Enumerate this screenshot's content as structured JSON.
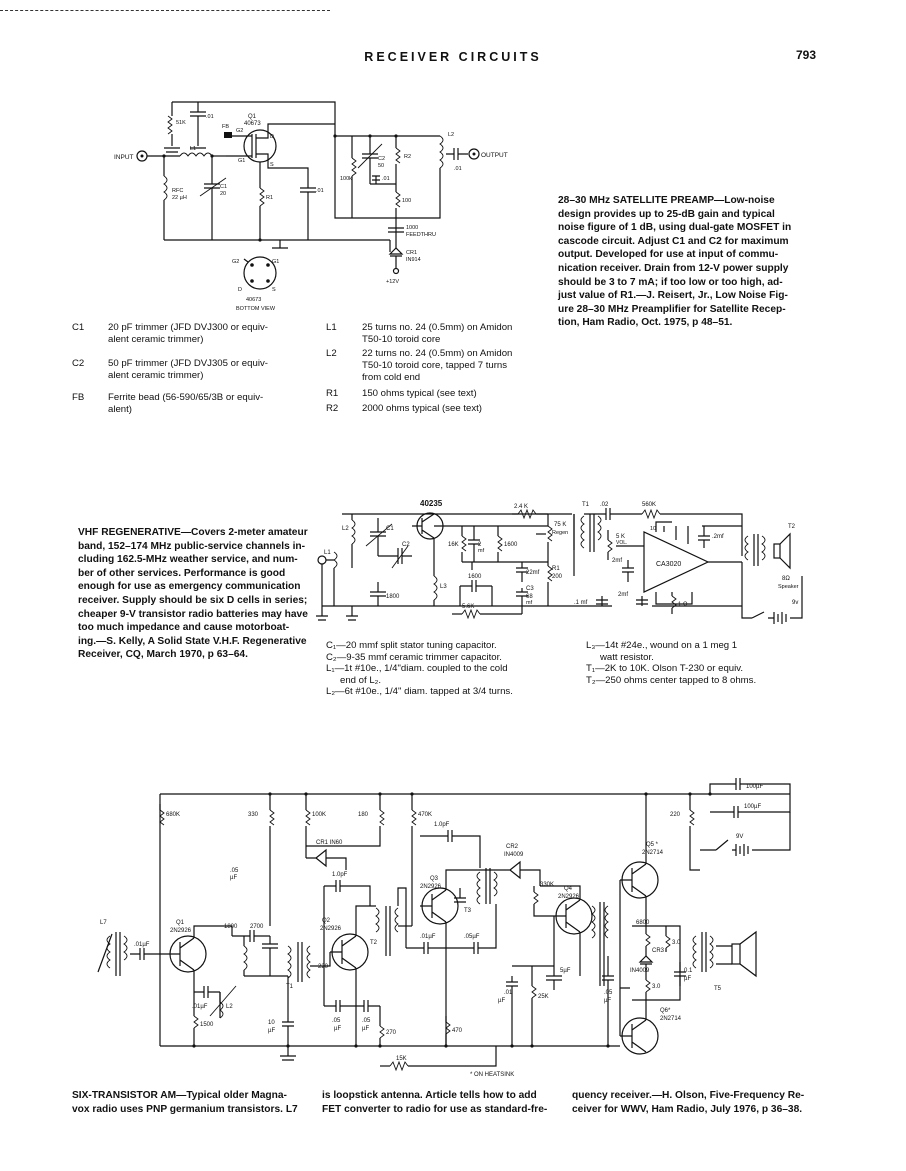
{
  "page": {
    "running_head": "RECEIVER CIRCUITS",
    "number": "793"
  },
  "satellite": {
    "caption_title": "28–30 MHz SATELLITE PREAMP",
    "caption_lines": [
      "28–30 MHz SATELLITE PREAMP—Low-noise",
      "design provides up to 25-dB gain and typical",
      "noise figure of 1 dB, using dual-gate MOSFET in",
      "cascode circuit. Adjust C1 and C2 for maximum",
      "output. Developed for use at input of commu-",
      "nication receiver. Drain from 12-V power supply",
      "should be 3 to 7 mA; if too low or too high, ad-",
      "just value of R1.—J. Reisert, Jr., Low Noise Fig-",
      "ure 28–30 MHz Preamplifier for Satellite Recep-",
      "tion, Ham Radio, Oct. 1975, p 48–51."
    ],
    "labels": {
      "input": "INPUT",
      "output": "OUTPUT",
      "q1": "Q1",
      "q1_type": "40673",
      "r_51k": "51K",
      "c_01a": ".01",
      "fb": "FB",
      "l1": "L1",
      "rfc": "RFC",
      "rfc_val": "22 µH",
      "c1": "C1",
      "c1_val": "20",
      "r1": "R1",
      "c_01b": ".01",
      "r_100k": "100k",
      "c2": "C2",
      "c2_val": "50",
      "c_01c": ".01",
      "r2": "R2",
      "l2": "L2",
      "c_01d": ".01",
      "r_100": "100",
      "feedthru": "1000",
      "feedthru2": "FEEDTHRU",
      "cr1": "CR1",
      "cr1_type": "IN914",
      "supply": "+12V",
      "g1": "G1",
      "g2": "G2",
      "d": "D",
      "s": "S",
      "pin_g1": "G1",
      "pin_g2": "G2",
      "pin_d": "D",
      "pin_s": "S",
      "bottom_type": "40673",
      "bottom_view": "BOTTOM VIEW"
    },
    "parts_left": [
      {
        "ref": "C1",
        "lines": [
          "20 pF trimmer (JFD DVJ300 or equiv-",
          "alent ceramic trimmer)"
        ]
      },
      {
        "ref": "C2",
        "lines": [
          "50 pF trimmer (JFD DVJ305 or equiv-",
          "alent ceramic trimmer)"
        ]
      },
      {
        "ref": "FB",
        "lines": [
          "Ferrite bead (56-590/65/3B or equiv-",
          "alent)"
        ]
      }
    ],
    "parts_right": [
      {
        "ref": "L1",
        "lines": [
          "25 turns no. 24 (0.5mm) on Amidon",
          "T50-10 toroid core"
        ]
      },
      {
        "ref": "L2",
        "lines": [
          "22 turns no. 24 (0.5mm) on Amidon",
          "T50-10 toroid core, tapped 7 turns",
          "from cold end"
        ]
      },
      {
        "ref": "R1",
        "lines": [
          "150 ohms typical (see text)"
        ]
      },
      {
        "ref": "R2",
        "lines": [
          "2000 ohms typical (see text)"
        ]
      }
    ]
  },
  "vhf": {
    "caption_lines": [
      "VHF REGENERATIVE—Covers 2-meter amateur",
      "band, 152–174 MHz public-service channels in-",
      "cluding 162.5-MHz weather service, and num-",
      "ber of other services. Performance is good",
      "enough for use as emergency communication",
      "receiver. Supply should be six D cells in series;",
      "cheaper 9-V transistor radio batteries may have",
      "too much impedance and cause motorboat-",
      "ing.—S. Kelly, A Solid State V.H.F. Regenerative",
      "Receiver, CQ, March 1970, p 63–64."
    ],
    "labels": {
      "transistor": "40235",
      "l2": "L2",
      "c1": "C1",
      "l1": "L1",
      "c2": "C2",
      "r16k": "16K",
      "c2mf": "2",
      "c2mf_u": "mf",
      "r1600a": "1600",
      "r24k": "2.4 K",
      "r75k": "75 K",
      "regen": "Regen",
      "c22": "22mf",
      "r1": "R1",
      "r200": "200",
      "r1600b": "1600",
      "l3": "L3",
      "c1800": "1800",
      "r56k": "5.6K",
      "c3": "C3",
      "c68": "68",
      "c68u": "mf",
      "t1": "T1",
      "c02": ".02",
      "r560k": "560K",
      "vol": "5 K",
      "vol2": "VOL.",
      "r10": "10",
      "c2mf2": "2mf",
      "ic": "CA3020",
      "c2mf3": ".2mf",
      "c1mf": ".1 mf",
      "c2mf4": "2mf",
      "r1ohm": "1 Ω",
      "t2": "T2",
      "spk": "8Ω",
      "spk2": "Speaker",
      "batt": "9v"
    },
    "legend_left": [
      "C₁—20 mmf split stator tuning capacitor.",
      "C₂—9-35 mmf ceramic trimmer capacitor.",
      "L₁—1t #10e., 1/4\"diam. coupled to the cold",
      "end of L₂.",
      "L₂—6t #10e., 1/4\" diam. tapped at 3/4 turns."
    ],
    "legend_right": [
      "L₃—14t #24e., wound on a 1 meg 1",
      "watt resistor.",
      "T₁—2K to 10K. Olson T-230 or equiv.",
      "T₂—250 ohms center tapped to 8 ohms."
    ]
  },
  "am": {
    "caption_cols": [
      [
        "SIX-TRANSISTOR AM—Typical older Magna-",
        "vox radio uses PNP germanium transistors. L7"
      ],
      [
        "is loopstick antenna. Article tells how to add",
        "FET converter to radio for use as standard-fre-"
      ],
      [
        "quency receiver.—H. Olson, Five-Frequency Re-",
        "ceiver for WWV, Ham Radio, July 1976, p 36–38."
      ]
    ],
    "labels": {
      "r680k": "680K",
      "r330": "330",
      "r100k": "100K",
      "r180": "180",
      "r470k": "470K",
      "c100a": "100µF",
      "c100b": "100µF",
      "r220a": "220",
      "v9": "9V",
      "q5": "Q5 *",
      "q5t": "2N2714",
      "c05a": ".05",
      "c05au": "µF",
      "cr1": "CR1  IN60",
      "c10a": "1.0pF",
      "c10b": "1.0pF",
      "cr2": "CR2",
      "cr2t": "IN4009",
      "r330k": "330K",
      "q4": "Q4",
      "q4t": "2N2926",
      "q3": "Q3",
      "q3t": "2N2926",
      "t3": "T3",
      "q2": "Q2",
      "q2t": "2N2926",
      "t2": "T2",
      "l7": "L7",
      "q1": "Q1",
      "q1t": "2N2926",
      "c01a": ".01µF",
      "r1800": "1800",
      "r2700": "2700",
      "t1": "T1",
      "r220b": "220",
      "c01b": ".01µF",
      "l2": "L2",
      "c01c": ".01µF",
      "c05b": ".05µF",
      "c5": "5µF",
      "c01d": ".01",
      "c01du": "µF",
      "r25k": "25K",
      "r6800": "6800",
      "r30a": "3.0",
      "cr3": "CR3",
      "cr3t": "IN4009",
      "r30b": "3.0",
      "c01e": "0.1",
      "c01eu": "µF",
      "t5": "T5",
      "q6": "Q6*",
      "q6t": "2N2714",
      "r1500": "1500",
      "c10": "10",
      "c10u": "µF",
      "c05c": ".05",
      "c05cu": "µF",
      "c05d": ".05",
      "c05du": "µF",
      "r270": "270",
      "r470": "470",
      "c05e": ".05",
      "c05eu": "µF",
      "r15k": "15K",
      "heatsink": "* ON HEATSINK"
    }
  }
}
